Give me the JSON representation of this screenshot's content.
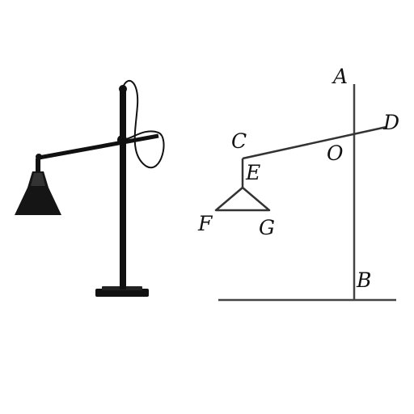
{
  "figure": {
    "photo_subject": "desk-lamp-photo",
    "points": {
      "A": "A",
      "B": "B",
      "C": "C",
      "D": "D",
      "E": "E",
      "F": "F",
      "G": "G",
      "O": "O"
    }
  }
}
